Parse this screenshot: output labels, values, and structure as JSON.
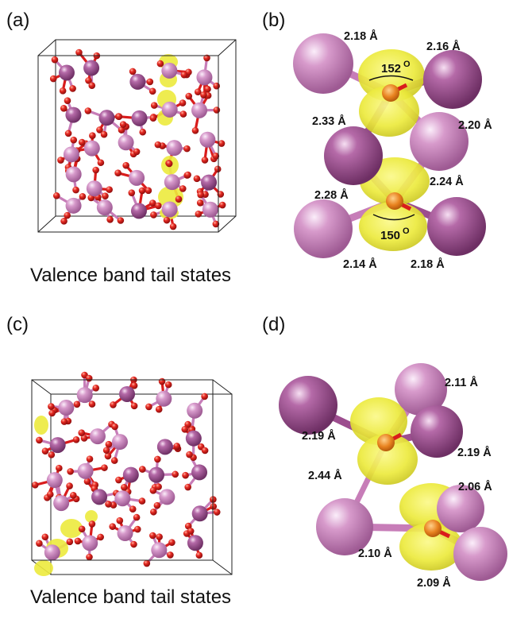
{
  "panels": {
    "a": {
      "label": "(a)",
      "caption": "Valence band tail states"
    },
    "b": {
      "label": "(b)",
      "distances": [
        "2.18 Å",
        "2.16 Å",
        "2.33 Å",
        "2.20 Å",
        "2.28 Å",
        "2.24 Å",
        "2.14 Å",
        "2.18 Å"
      ],
      "angles": [
        {
          "value": "152",
          "unit": "O"
        },
        {
          "value": "150",
          "unit": "O"
        }
      ]
    },
    "c": {
      "label": "(c)",
      "caption": "Valence band tail states"
    },
    "d": {
      "label": "(d)",
      "distances": [
        "2.11 Å",
        "2.19 Å",
        "2.19 Å",
        "2.44 Å",
        "2.06 Å",
        "2.10 Å",
        "2.09 Å"
      ]
    }
  },
  "colors": {
    "metal_atom": "#c77db8",
    "metal_atom_dark": "#9c4d8e",
    "oxygen_atom": "#d91c1c",
    "charge_isosurface": "#e9e83a",
    "center_oxygen": "#e07b1c",
    "cell_box": "#222222"
  }
}
